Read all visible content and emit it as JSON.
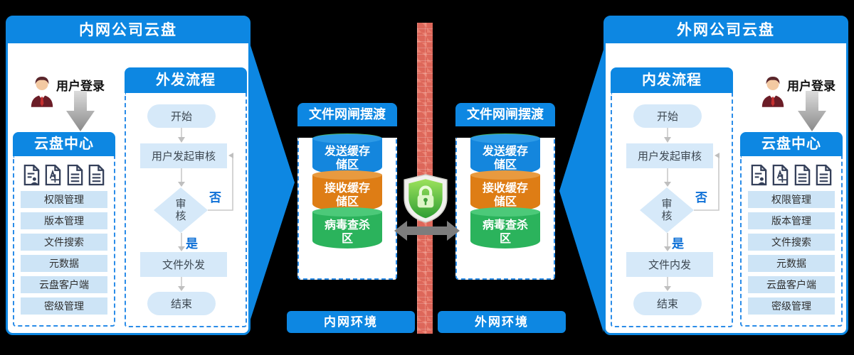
{
  "colors": {
    "header_blue": "#0d87e2",
    "flow_shape_blue": "#d6e9f9",
    "feature_bar_blue": "#cde4f6",
    "dashed_border_blue": "#2a8ce8",
    "cylinder_blue": "#1486dd",
    "cylinder_orange": "#de7d15",
    "cylinder_green": "#2bb35c",
    "firewall_red": "#dd675a",
    "branch_label_blue": "#0c6fd6",
    "connector_gray": "#c9c9c9"
  },
  "left_panel": {
    "title": "内网公司云盘",
    "user_login_label": "用户登录",
    "cloud_center": {
      "title": "云盘中心",
      "icons": [
        "user-document-icon",
        "design-document-icon",
        "text-document-icon",
        "text-document-icon"
      ],
      "items": [
        "权限管理",
        "版本管理",
        "文件搜索",
        "元数据",
        "云盘客户端",
        "密级管理"
      ]
    },
    "flow": {
      "title": "外发流程",
      "start": "开始",
      "review_request": "用户发起审核",
      "decision": "审核",
      "yes_label": "是",
      "no_label": "否",
      "action": "文件外发",
      "end": "结束"
    }
  },
  "right_panel": {
    "title": "外网公司云盘",
    "user_login_label": "用户登录",
    "cloud_center": {
      "title": "云盘中心",
      "icons": [
        "user-document-icon",
        "design-document-icon",
        "text-document-icon",
        "text-document-icon"
      ],
      "items": [
        "权限管理",
        "版本管理",
        "文件搜索",
        "元数据",
        "云盘客户端",
        "密级管理"
      ]
    },
    "flow": {
      "title": "内发流程",
      "start": "开始",
      "review_request": "用户发起审核",
      "decision": "审核",
      "yes_label": "是",
      "no_label": "否",
      "action": "文件内发",
      "end": "结束"
    }
  },
  "gateways": {
    "left_title": "文件网闸摆渡",
    "right_title": "文件网闸摆渡",
    "cylinders": [
      {
        "line1": "发送缓存",
        "line2": "储区"
      },
      {
        "line1": "接收缓存",
        "line2": "储区"
      },
      {
        "line1": "病毒查杀",
        "line2": "区"
      }
    ]
  },
  "security": {
    "shield_icon": "shield-lock-icon",
    "exchange_icon": "double-arrow-icon",
    "wall": "firewall-brick-wall"
  },
  "environments": {
    "intranet": "内网环境",
    "extranet": "外网环境"
  }
}
